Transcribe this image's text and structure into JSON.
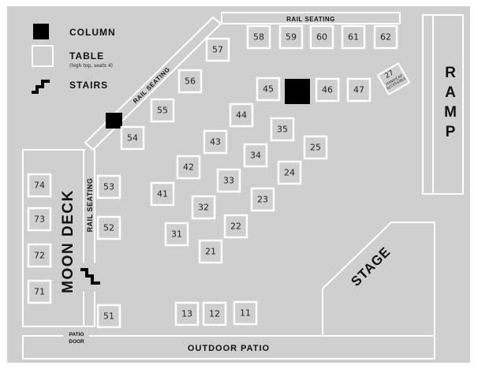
{
  "legend": {
    "column_label": "COLUMN",
    "table_label": "TABLE",
    "table_note": "(high top, seats 4)",
    "stairs_label": "STAIRS"
  },
  "areas": {
    "rail_top": "RAIL SEATING",
    "rail_diagonal": "RAIL SEATING",
    "rail_vertical": "RAIL SEATING",
    "moon_deck": "MOON DECK",
    "ramp": "RAMP",
    "stage": "STAGE",
    "outdoor_patio": "OUTDOOR PATIO",
    "patio_door_line1": "PATIO",
    "patio_door_line2": "DOOR"
  },
  "accessible_table": {
    "number": "27",
    "note_line1": "HANDICAP",
    "note_line2": "ACCESSIBLE"
  },
  "tables": [
    "58",
    "59",
    "60",
    "61",
    "62",
    "57",
    "56",
    "55",
    "54",
    "45",
    "46",
    "47",
    "44",
    "35",
    "25",
    "34",
    "24",
    "43",
    "42",
    "33",
    "23",
    "41",
    "32",
    "22",
    "31",
    "21",
    "53",
    "52",
    "51",
    "74",
    "73",
    "72",
    "71",
    "13",
    "12",
    "11"
  ],
  "colors": {
    "floor": "#cfcfcf",
    "lines": "#ffffff",
    "column": "#000000"
  }
}
